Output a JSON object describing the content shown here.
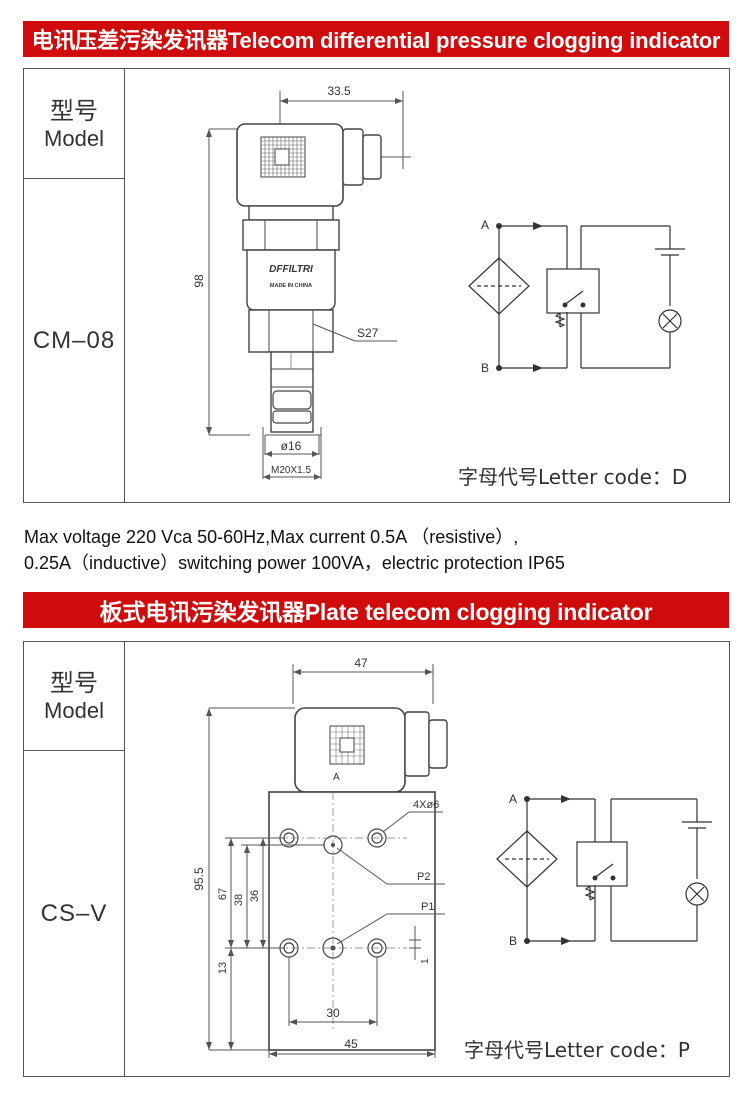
{
  "section1": {
    "banner": "电讯压差污染发讯器Telecom differential pressure clogging indicator",
    "header_cn": "型号",
    "header_en": "Model",
    "model_code": "CM–08",
    "letter_code": "字母代号Letter code：D",
    "dims": {
      "width_top": "33.5",
      "height": "98",
      "hex": "S27",
      "dia": "ø16",
      "thread": "M20X1.5"
    },
    "brand": "DFFILTRI",
    "made_in": "MADE IN CHINA",
    "port_a": "A",
    "port_b": "B"
  },
  "spec": {
    "line1": "Max voltage 220 Vca  50-60Hz,Max current 0.5A （resistive）,",
    "line2": "0.25A（inductive）switching power 100VA，electric protection IP65"
  },
  "section2": {
    "banner": "板式电讯污染发讯器Plate telecom clogging indicator",
    "header_cn": "型号",
    "header_en": "Model",
    "model_code": "CS–V",
    "letter_code": "字母代号Letter code：P",
    "dims": {
      "width_top": "47",
      "holes": "4Xø6",
      "height": "95.5",
      "h67": "67",
      "h38": "38",
      "h36": "36",
      "h13": "13",
      "p2": "P2",
      "p1": "P1",
      "w30": "30",
      "w45": "45",
      "one": "1",
      "a_label": "A"
    },
    "port_a": "A",
    "port_b": "B"
  },
  "colors": {
    "banner": "#cf0b0b",
    "line": "#555555"
  }
}
